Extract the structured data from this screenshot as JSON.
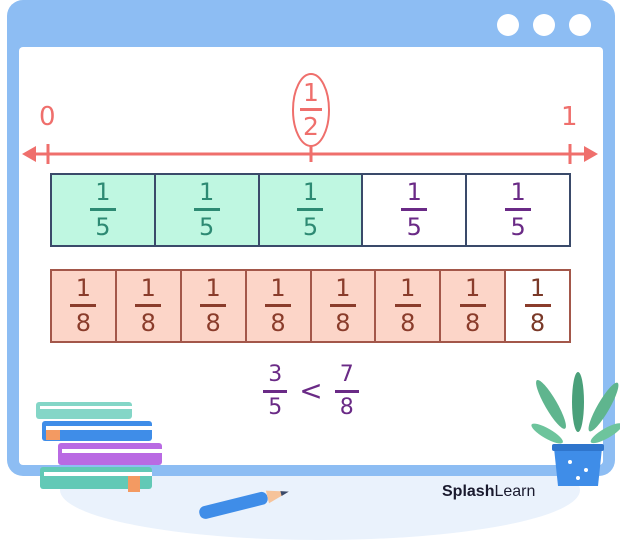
{
  "number_line": {
    "start_label": "0",
    "end_label": "1",
    "midpoint": {
      "numerator": "1",
      "denominator": "2"
    }
  },
  "fifths_strip": {
    "shaded_count": 3,
    "cells": [
      {
        "numerator": "1",
        "denominator": "5"
      },
      {
        "numerator": "1",
        "denominator": "5"
      },
      {
        "numerator": "1",
        "denominator": "5"
      },
      {
        "numerator": "1",
        "denominator": "5"
      },
      {
        "numerator": "1",
        "denominator": "5"
      }
    ]
  },
  "eighths_strip": {
    "shaded_count": 7,
    "cells": [
      {
        "numerator": "1",
        "denominator": "8"
      },
      {
        "numerator": "1",
        "denominator": "8"
      },
      {
        "numerator": "1",
        "denominator": "8"
      },
      {
        "numerator": "1",
        "denominator": "8"
      },
      {
        "numerator": "1",
        "denominator": "8"
      },
      {
        "numerator": "1",
        "denominator": "8"
      },
      {
        "numerator": "1",
        "denominator": "8"
      },
      {
        "numerator": "1",
        "denominator": "8"
      }
    ]
  },
  "comparison": {
    "left": {
      "numerator": "3",
      "denominator": "5"
    },
    "operator": "<",
    "right": {
      "numerator": "7",
      "denominator": "8"
    }
  },
  "brand": {
    "bold": "Splash",
    "light": "Learn"
  },
  "colors": {
    "frame": "#8dbdf3",
    "number_line": "#ef6f6c",
    "fifth_shaded": "#bff7e1",
    "eighth_shaded": "#fcd5c8",
    "text_purple": "#6a2a86"
  },
  "icons": [
    "window-dot-icon",
    "books-stack-icon",
    "pencil-icon",
    "plant-pot-icon"
  ]
}
